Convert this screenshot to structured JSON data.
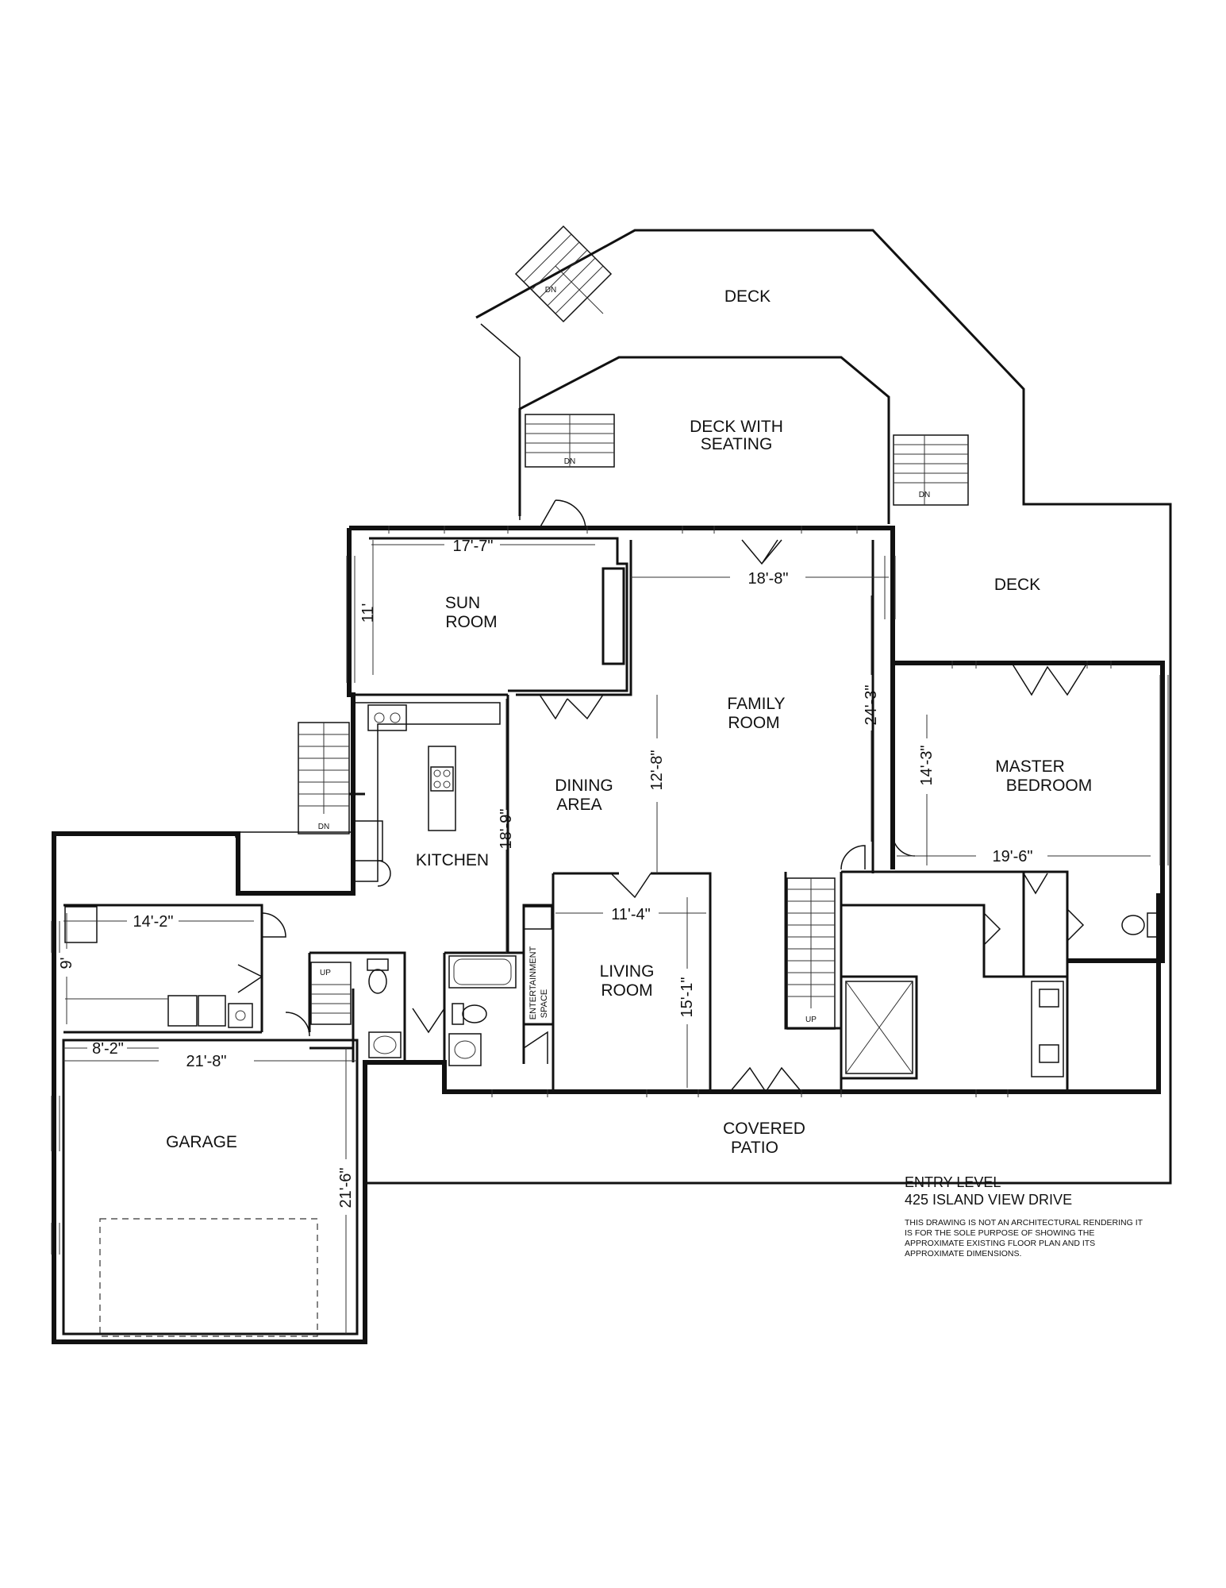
{
  "rooms": {
    "deck_top": "DECK",
    "deck_seating_1": "DECK WITH",
    "deck_seating_2": "SEATING",
    "deck_right": "DECK",
    "sun_room_1": "SUN",
    "sun_room_2": "ROOM",
    "family_room_1": "FAMILY",
    "family_room_2": "ROOM",
    "master_1": "MASTER",
    "master_2": "BEDROOM",
    "dining_1": "DINING",
    "dining_2": "AREA",
    "kitchen": "KITCHEN",
    "living_1": "LIVING",
    "living_2": "ROOM",
    "garage": "GARAGE",
    "patio_1": "COVERED",
    "patio_2": "PATIO",
    "entertainment_1": "ENTERTAINMENT",
    "entertainment_2": "SPACE"
  },
  "dimensions": {
    "sun_w": "17'-7\"",
    "sun_h": "11'",
    "family_w": "18'-8\"",
    "family_h": "24'-3\"",
    "master_h": "14'-3\"",
    "master_w": "19'-6\"",
    "dining_h": "12'-8\"",
    "kitchen_h": "18'-9\"",
    "living_w": "11'-4\"",
    "living_h": "15'-1\"",
    "laundry_w": "14'-2\"",
    "laundry_h": "9'",
    "garage_a": "8'-2\"",
    "garage_w": "21'-8\"",
    "garage_h": "21'-6\""
  },
  "stairs": {
    "dn_1": "DN",
    "dn_2": "DN",
    "dn_3": "DN",
    "dn_4": "DN",
    "up_1": "UP",
    "up_2": "UP"
  },
  "title_block": {
    "level": "ENTRY LEVEL",
    "address": "425 ISLAND VIEW DRIVE",
    "disclaimer": "THIS DRAWING IS NOT AN ARCHITECTURAL RENDERING IT IS FOR THE SOLE PURPOSE OF SHOWING THE APPROXIMATE EXISTING FLOOR PLAN AND ITS APPROXIMATE DIMENSIONS."
  }
}
